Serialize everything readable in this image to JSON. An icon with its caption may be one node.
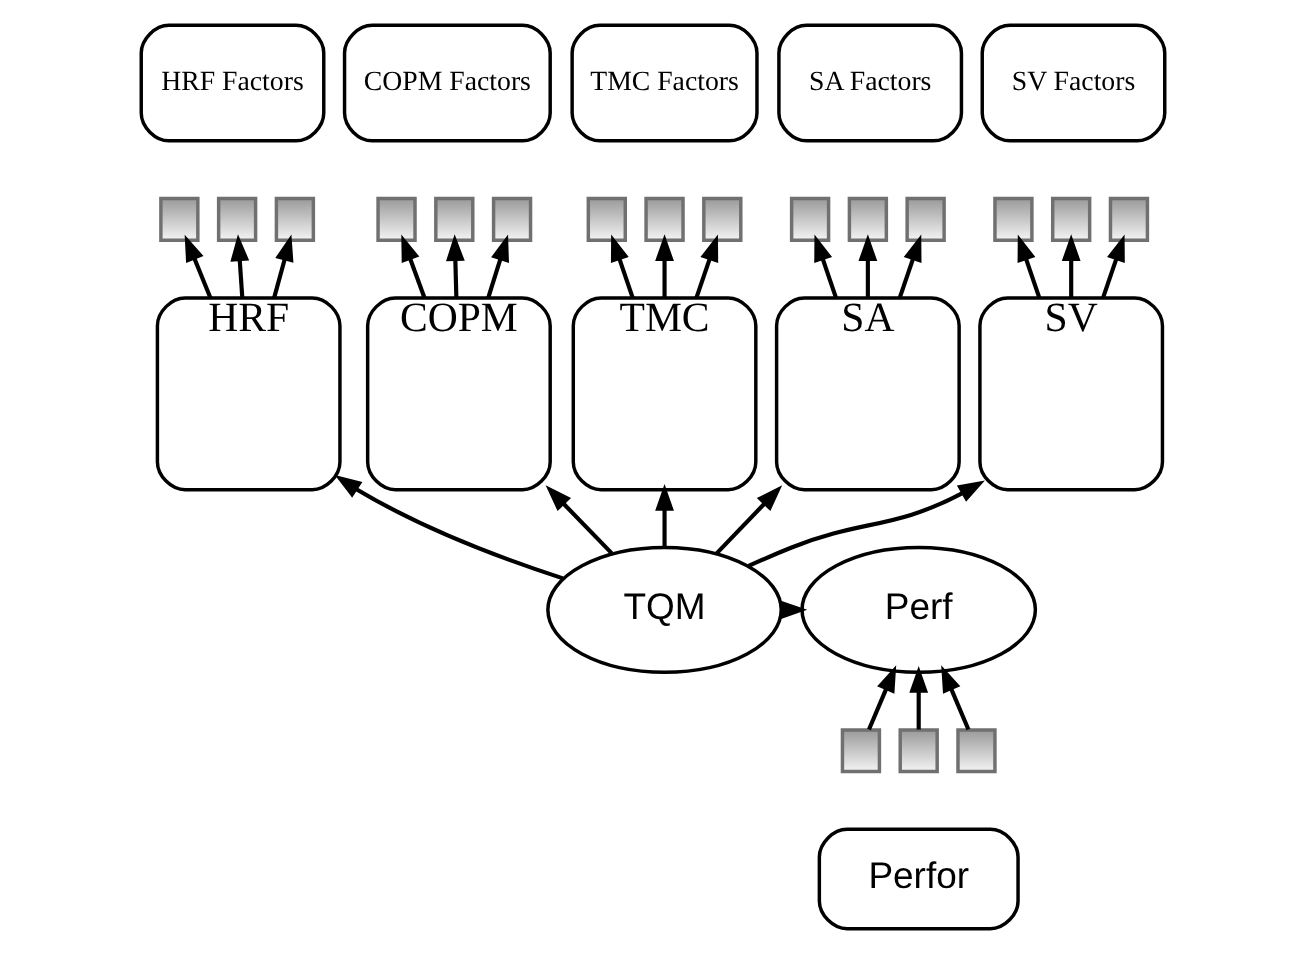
{
  "diagram": {
    "nodes": [
      {
        "text": [
          "HRF Factors"
        ]
      },
      {
        "text": [
          "COPM Factors"
        ]
      },
      {
        "text": [
          "TMC Factors"
        ]
      },
      {
        "text": [
          "SA Factors"
        ]
      },
      {
        "text": [
          "SV Factors"
        ]
      },
      {
        "text": [],
        "shape": "box"
      },
      {
        "text": [],
        "shape": "box"
      },
      {
        "text": [],
        "shape": "box"
      },
      {
        "text": [],
        "shape": "box"
      },
      {
        "text": [],
        "shape": "box"
      },
      {
        "text": [],
        "shape": "box"
      },
      {
        "text": [],
        "shape": "box"
      },
      {
        "text": [],
        "shape": "box"
      },
      {
        "text": [],
        "shape": "box"
      },
      {
        "text": [],
        "shape": "box"
      },
      {
        "text": [],
        "shape": "box"
      },
      {
        "text": [],
        "shape": "box"
      },
      {
        "text": [],
        "shape": "box"
      },
      {
        "text": [],
        "shape": "box"
      },
      {
        "text": [],
        "shape": "box"
      },
      {
        "text": [
          "HRF"
        ]
      },
      {
        "text": [
          "COPM"
        ]
      },
      {
        "text": [
          "TMC"
        ]
      },
      {
        "text": [
          "SA"
        ]
      },
      {
        "text": [
          "SV"
        ]
      },
      {
        "text": [
          "TQM"
        ]
      },
      {
        "text": [
          "Perf"
        ]
      },
      {
        "text": [],
        "shape": "box"
      },
      {
        "text": [],
        "shape": "box"
      },
      {
        "text": [],
        "shape": "box"
      },
      {
        "text": [
          "Perfor"
        ]
      }
    ],
    "edges": [
      {
        "from": 20,
        "to": 5,
        "arrow": "to"
      },
      {
        "from": 20,
        "to": 6,
        "arrow": "to"
      },
      {
        "from": 20,
        "to": 7,
        "arrow": "to"
      },
      {
        "from": 21,
        "to": 8,
        "arrow": "to"
      },
      {
        "from": 21,
        "to": 9,
        "arrow": "to"
      },
      {
        "from": 21,
        "to": 10,
        "arrow": "to"
      },
      {
        "from": 22,
        "to": 11,
        "arrow": "to"
      },
      {
        "from": 22,
        "to": 12,
        "arrow": "to"
      },
      {
        "from": 22,
        "to": 13,
        "arrow": "to"
      },
      {
        "from": 23,
        "to": 14,
        "arrow": "to"
      },
      {
        "from": 23,
        "to": 15,
        "arrow": "to"
      },
      {
        "from": 23,
        "to": 16,
        "arrow": "to"
      },
      {
        "from": 24,
        "to": 17,
        "arrow": "to"
      },
      {
        "from": 24,
        "to": 18,
        "arrow": "to"
      },
      {
        "from": 24,
        "to": 19,
        "arrow": "to"
      },
      {
        "from": 25,
        "to": 20,
        "arrow": "to"
      },
      {
        "from": 25,
        "to": 21,
        "arrow": "to"
      },
      {
        "from": 25,
        "to": 22,
        "arrow": "to"
      },
      {
        "from": 25,
        "to": 23,
        "arrow": "to"
      },
      {
        "from": 25,
        "to": 24,
        "arrow": "to"
      },
      {
        "from": 25,
        "to": 26,
        "arrow": "to"
      },
      {
        "from": 27,
        "to": 26,
        "arrow": "to"
      },
      {
        "from": 28,
        "to": 26,
        "arrow": "to"
      },
      {
        "from": 29,
        "to": 26,
        "arrow": "to"
      }
    ]
  }
}
